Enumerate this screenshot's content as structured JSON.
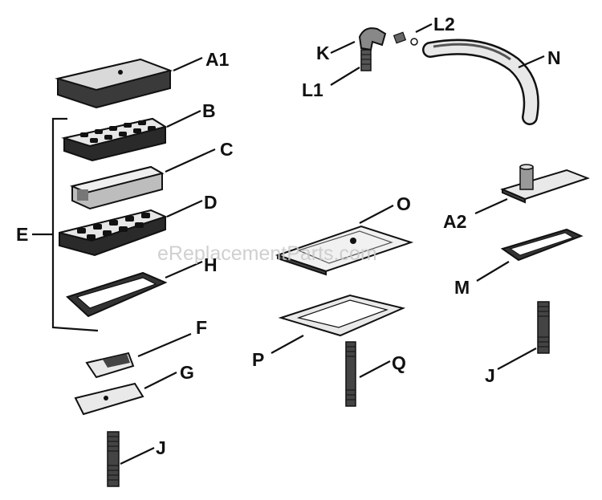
{
  "watermark": "eReplacementParts.com",
  "labels": {
    "A1": "A1",
    "A2": "A2",
    "B": "B",
    "C": "C",
    "D": "D",
    "E": "E",
    "F": "F",
    "G": "G",
    "H": "H",
    "J1": "J",
    "J2": "J",
    "K": "K",
    "L1": "L1",
    "L2": "L2",
    "M": "M",
    "N": "N",
    "O": "O",
    "P": "P",
    "Q": "Q"
  }
}
